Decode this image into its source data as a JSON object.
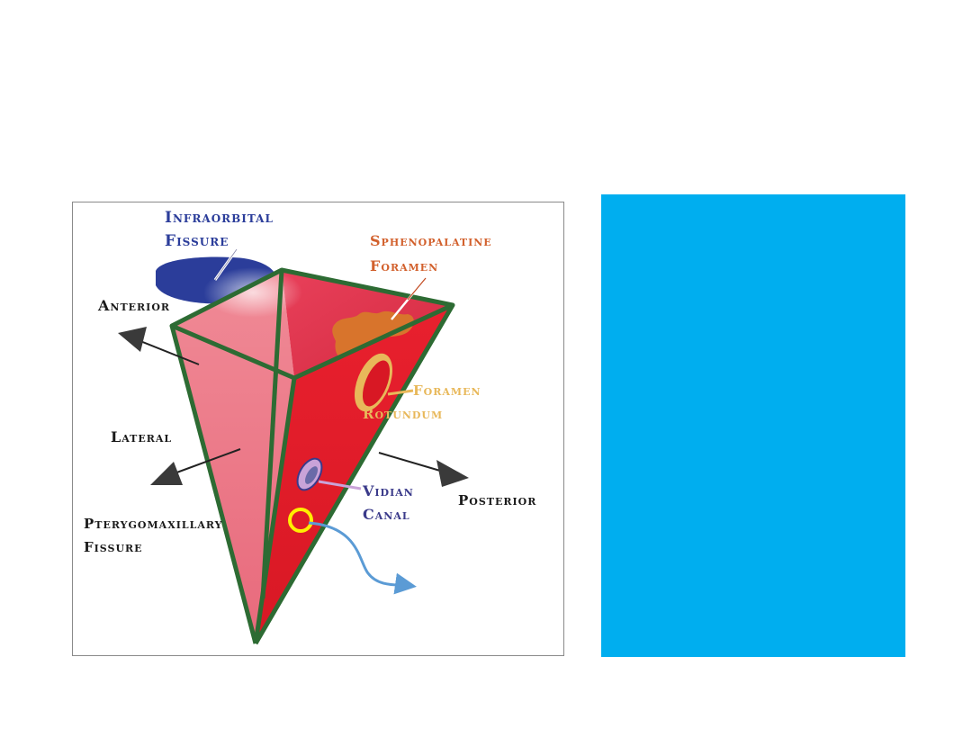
{
  "colors": {
    "panel_blue": "#00aeef",
    "infraorbital": "#2b3d9a",
    "sphenopalatine": "#d8612b",
    "rotundum": "#e8b85a",
    "vidian": "#3a3a8a",
    "ring": "#ffee00",
    "arrow_blue": "#5b9bd5",
    "edge_green": "#2d6b33"
  },
  "labels": {
    "infraorbital_line1": "Infraorbital",
    "infraorbital_line2": "Fissure",
    "sphenopalatine_line1": "Sphenopalatine",
    "sphenopalatine_line2": "Foramen",
    "anterior": "Anterior",
    "foramen_rotundum_line1": "Foramen",
    "foramen_rotundum_line2": "Rotundum",
    "lateral": "Lateral",
    "vidian_line1": "Vidian",
    "vidian_line2": "Canal",
    "posterior": "Posterior",
    "pterygomaxillary_line1": "Pterygomaxillary",
    "pterygomaxillary_line2": "Fissure"
  }
}
